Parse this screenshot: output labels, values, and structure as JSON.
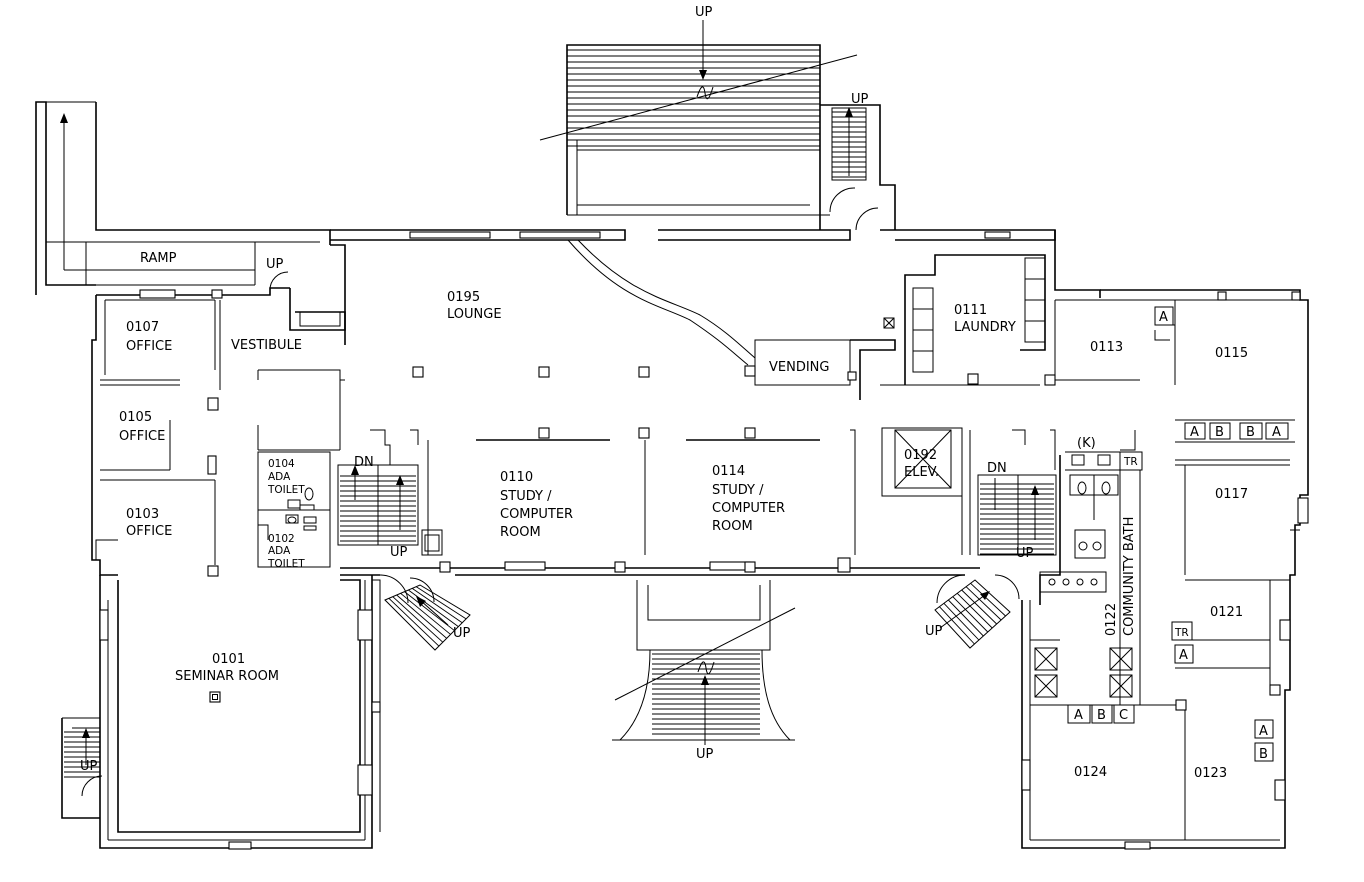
{
  "rooms": {
    "r0101": {
      "num": "0101",
      "name": "SEMINAR ROOM"
    },
    "r0102": {
      "num": "0102",
      "l1": "ADA",
      "l2": "TOILET"
    },
    "r0103": {
      "num": "0103",
      "name": "OFFICE"
    },
    "r0104": {
      "num": "0104",
      "l1": "ADA",
      "l2": "TOILET"
    },
    "r0105": {
      "num": "0105",
      "name": "OFFICE"
    },
    "r0107": {
      "num": "0107",
      "name": "OFFICE"
    },
    "r0110": {
      "num": "0110",
      "l1": "STUDY /",
      "l2": "COMPUTER",
      "l3": "ROOM"
    },
    "r0111": {
      "num": "0111",
      "name": "LAUNDRY"
    },
    "r0113": {
      "num": "0113"
    },
    "r0114": {
      "num": "0114",
      "l1": "STUDY /",
      "l2": "COMPUTER",
      "l3": "ROOM"
    },
    "r0115": {
      "num": "0115"
    },
    "r0117": {
      "num": "0117"
    },
    "r0121": {
      "num": "0121"
    },
    "r0122": {
      "num": "0122",
      "name": "COMMUNITY BATH"
    },
    "r0123": {
      "num": "0123"
    },
    "r0124": {
      "num": "0124"
    },
    "r0192": {
      "num": "0192",
      "name": "ELEV."
    },
    "r0195": {
      "num": "0195",
      "name": "LOUNGE"
    }
  },
  "areas": {
    "vestibule": "VESTIBULE",
    "vending": "VENDING",
    "ramp": "RAMP"
  },
  "markers": {
    "up": "UP",
    "dn": "DN",
    "k": "(K)",
    "tr": "TR",
    "a": "A",
    "b": "B",
    "c": "C"
  }
}
